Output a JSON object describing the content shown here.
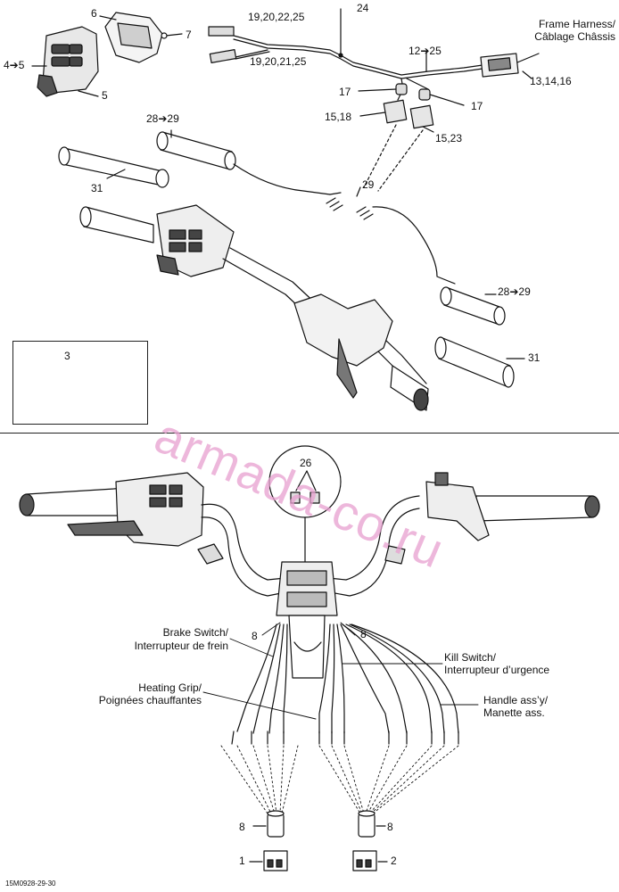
{
  "labels": {
    "l6": "6",
    "l7": "7",
    "l4_5": "4➔5",
    "l5": "5",
    "l19_20_22_25": "19,20,22,25",
    "l19_20_21_25": "19,20,21,25",
    "l24": "24",
    "frame_harness_en": "Frame Harness/",
    "frame_harness_fr": "Câblage Châssis",
    "l12_25": "12➔25",
    "l13_14_16": "13,14,16",
    "l17a": "17",
    "l17b": "17",
    "l15_18": "15,18",
    "l15_23": "15,23",
    "l28_29a": "28➔29",
    "l31a": "31",
    "l29": "29",
    "l28_29b": "28➔29",
    "l31b": "31",
    "l3": "3",
    "l26": "26",
    "l8a": "8",
    "l8b": "8",
    "brake_en": "Brake Switch/",
    "brake_fr": "Interrupteur de frein",
    "kill_en": "Kill Switch/",
    "kill_fr": "Interrupteur d’urgence",
    "heat_en": "Heating Grip/",
    "heat_fr": "Poignées chauffantes",
    "handle_en": "Handle ass’y/",
    "handle_fr": "Manette ass.",
    "l8c": "8",
    "l8d": "8",
    "l1": "1",
    "l2": "2"
  },
  "watermark": "armada-co.ru",
  "drawing_code": "15M0928-29-30"
}
